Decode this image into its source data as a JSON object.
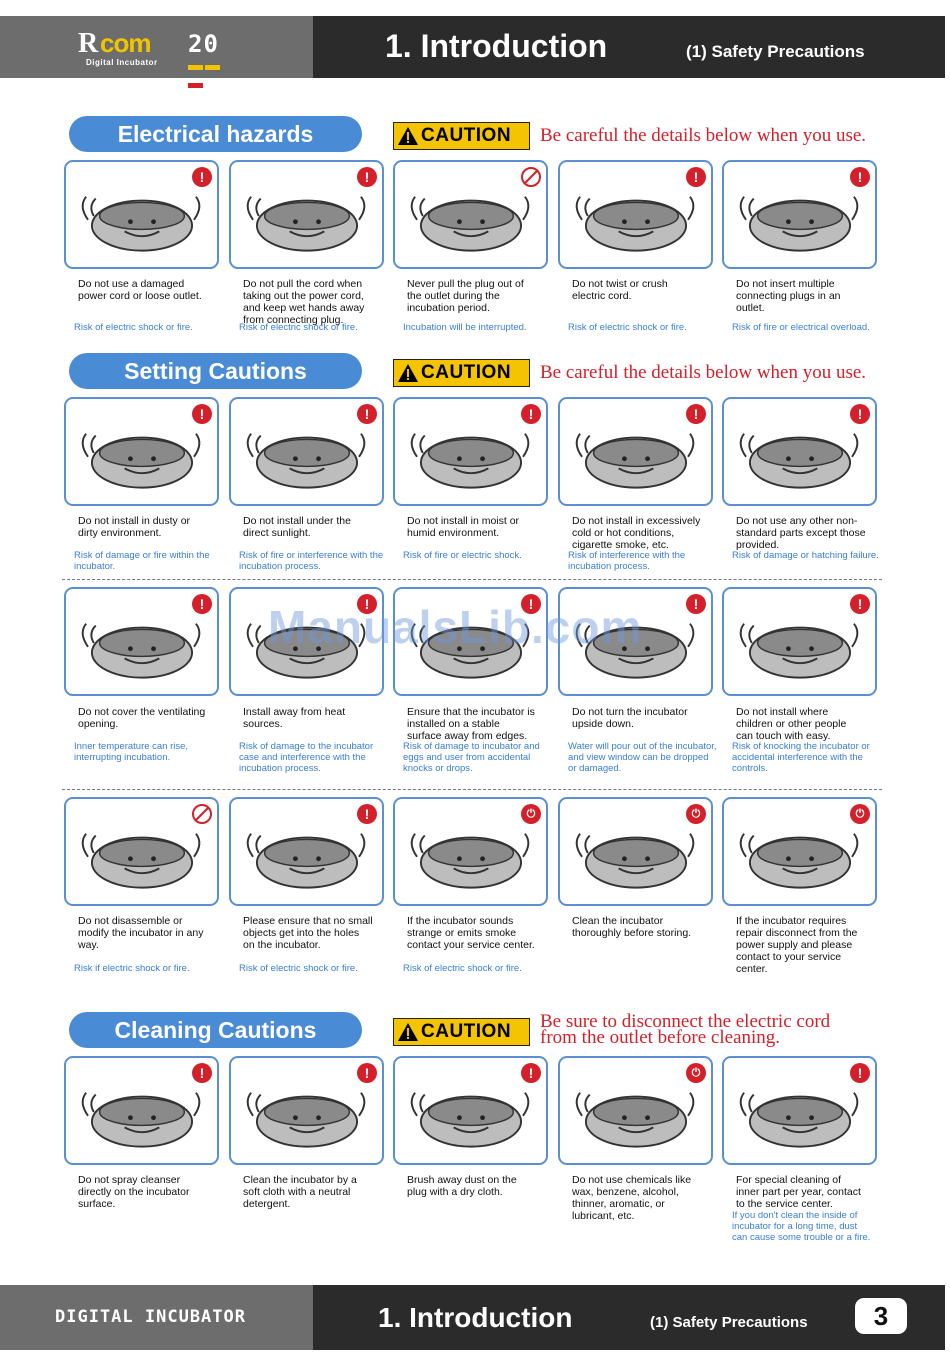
{
  "header": {
    "logo_r": "R",
    "logo_com": "com",
    "logo_num": "20",
    "logo_sub": "Digital Incubator",
    "title": "1. Introduction",
    "subtitle": "(1) Safety Precautions"
  },
  "caution_word": "CAUTION",
  "sections": [
    {
      "title": "Electrical hazards",
      "note_line1": "Be careful the details below when you use.",
      "note_line2": ""
    },
    {
      "title": "Setting Cautions",
      "note_line1": "Be careful the details below when you use.",
      "note_line2": ""
    },
    {
      "title": "Cleaning Cautions",
      "note_line1": "Be sure to disconnect  the electric cord",
      "note_line2": "from the outlet before cleaning."
    }
  ],
  "cards": [
    {
      "badge": "!",
      "desc": "Do not use a damaged power cord or loose outlet.",
      "risk": "Risk of electric shock or fire."
    },
    {
      "badge": "!",
      "desc": "Do not pull the cord when taking out the power cord, and keep wet hands away from connecting plug.",
      "risk": "Risk of electric shock or fire."
    },
    {
      "badge": "no",
      "desc": "Never pull the plug out of the outlet during the incubation period.",
      "risk": "Incubation will be interrupted."
    },
    {
      "badge": "!",
      "desc": "Do not twist or crush electric cord.",
      "risk": "Risk of electric shock or fire."
    },
    {
      "badge": "!",
      "desc": "Do not insert multiple connecting plugs in an outlet.",
      "risk": "Risk of fire or electrical overload."
    },
    {
      "badge": "!",
      "desc": "Do not install in dusty or dirty environment.",
      "risk": "Risk of damage or fire within the incubator."
    },
    {
      "badge": "!",
      "desc": "Do not install under the direct sunlight.",
      "risk": "Risk of fire or interference with the incubation process."
    },
    {
      "badge": "!",
      "desc": "Do not install in moist or humid environment.",
      "risk": "Risk of fire or electric shock."
    },
    {
      "badge": "!",
      "desc": "Do not install in excessively cold or hot conditions, cigarette smoke, etc.",
      "risk": "Risk of interference with the incubation process."
    },
    {
      "badge": "!",
      "desc": "Do not use any other non-standard parts except those provided.",
      "risk": "Risk of damage or hatching failure."
    },
    {
      "badge": "!",
      "desc": "Do not cover the ventilating opening.",
      "risk": "Inner temperature can rise, interrupting incubation."
    },
    {
      "badge": "!",
      "desc": "Install away from heat sources.",
      "risk": "Risk of damage to the incubator case and interference with the incubation process."
    },
    {
      "badge": "!",
      "desc": "Ensure that the incubator is installed on a stable surface away from edges.",
      "risk": "Risk of damage to incubator and eggs and user from accidental knocks or drops."
    },
    {
      "badge": "!",
      "desc": "Do not turn the incubator upside down.",
      "risk": "Water will pour out of the incubator, and view window can be dropped or damaged."
    },
    {
      "badge": "!",
      "desc": "Do not install where children or other people can touch with easy.",
      "risk": "Risk of knocking the incubator or accidental interference with the controls."
    },
    {
      "badge": "no",
      "desc": "Do not disassemble or modify the incubator in any way.",
      "risk": "Risk if electric shock or fire."
    },
    {
      "badge": "!",
      "desc": "Please ensure that no small objects get into the holes on the incubator.",
      "risk": "Risk of electric shock or fire."
    },
    {
      "badge": "plug",
      "desc": "If the incubator sounds strange or emits smoke contact your service center.",
      "risk": "Risk of electric shock or fire."
    },
    {
      "badge": "plug",
      "desc": "Clean the incubator thoroughly before storing.",
      "risk": ""
    },
    {
      "badge": "plug",
      "desc": "If the incubator requires repair disconnect from the power supply and please contact to your service center.",
      "risk": ""
    },
    {
      "badge": "!",
      "desc": "Do not spray cleanser directly on the incubator surface.",
      "risk": ""
    },
    {
      "badge": "!",
      "desc": "Clean the incubator by a soft cloth with a neutral detergent.",
      "risk": ""
    },
    {
      "badge": "!",
      "desc": "Brush away dust on the plug with a dry cloth.",
      "risk": ""
    },
    {
      "badge": "plug",
      "desc": "Do not use chemicals like wax, benzene, alcohol, thinner, aromatic, or lubricant, etc.",
      "risk": ""
    },
    {
      "badge": "!",
      "desc": "For special cleaning of inner part per year, contact to the service center.",
      "risk": "If you don't clean the inside of incubator for a long time, dust can cause some trouble or a fire."
    }
  ],
  "watermark": "ManualsLib.com",
  "footer": {
    "brand": "DIGITAL INCUBATOR",
    "title": "1. Introduction",
    "subtitle": "(1) Safety Precautions",
    "page": "3"
  }
}
